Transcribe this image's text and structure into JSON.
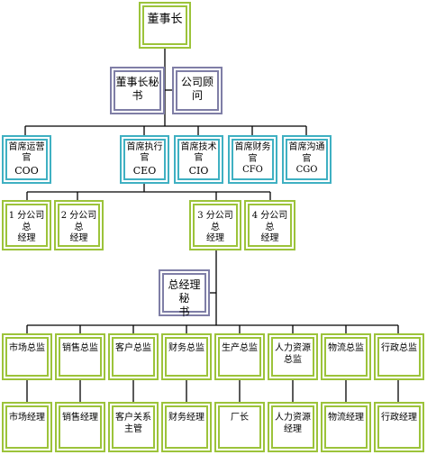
{
  "chairman": "董事长",
  "secretary_l1": "董事长秘",
  "secretary_l2": "书",
  "consultant": "公司顾问",
  "coo": {
    "l1": "首席运营",
    "l2": "官",
    "l3": "COO"
  },
  "ceo": {
    "l1": "首席执行",
    "l2": "官",
    "l3": "CEO"
  },
  "cio": {
    "l1": "首席技术",
    "l2": "官",
    "l3": "CIO"
  },
  "cfo": {
    "l1": "首席财务",
    "l2": "官",
    "l3": "CFO"
  },
  "cgo": {
    "l1": "首席沟通",
    "l2": "官",
    "l3": "CGO"
  },
  "branch1": {
    "l1": "1 分公司总",
    "l2": "经理"
  },
  "branch2": {
    "l1": "2 分公司总",
    "l2": "经理"
  },
  "branch3": {
    "l1": "3 分公司总",
    "l2": "经理"
  },
  "branch4": {
    "l1": "4 分公司总",
    "l2": "经理"
  },
  "gm_secretary_l1": "总经理秘",
  "gm_secretary_l2": "书",
  "directors": [
    {
      "l1": "市场总监"
    },
    {
      "l1": "销售总监"
    },
    {
      "l1": "客户总监"
    },
    {
      "l1": "财务总监"
    },
    {
      "l1": "生产总监"
    },
    {
      "l1": "人力资源",
      "l2": "总监"
    },
    {
      "l1": "物流总监"
    },
    {
      "l1": "行政总监"
    }
  ],
  "managers": [
    {
      "l1": "市场经理"
    },
    {
      "l1": "销售经理"
    },
    {
      "l1": "客户关系",
      "l2": "主管"
    },
    {
      "l1": "财务经理"
    },
    {
      "l1": "厂长"
    },
    {
      "l1": "人力资源",
      "l2": "经理"
    },
    {
      "l1": "物流经理"
    },
    {
      "l1": "行政经理"
    }
  ]
}
